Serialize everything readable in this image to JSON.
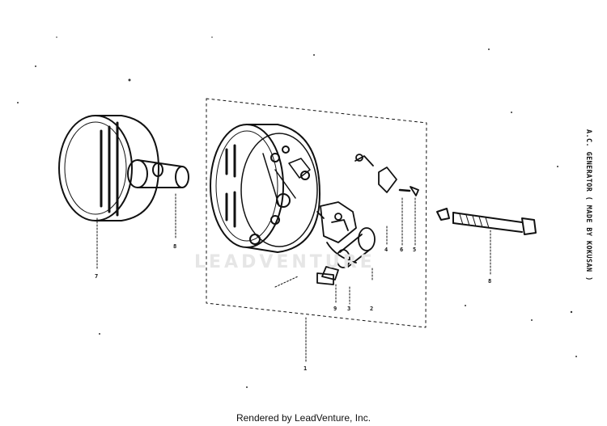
{
  "title": "A.C. GENERATOR ( MADE BY KOKUSAN )",
  "watermark": "LEADVENTURE",
  "footer": "Rendered by LeadVenture, Inc.",
  "part_refs": {
    "rotor": "7",
    "rotor_shaft": "8",
    "stator": "1",
    "contact_breaker": "2",
    "condenser": "3",
    "cam_felt": "4",
    "screw_a": "5",
    "screw_b": "6",
    "bolt": "9"
  }
}
